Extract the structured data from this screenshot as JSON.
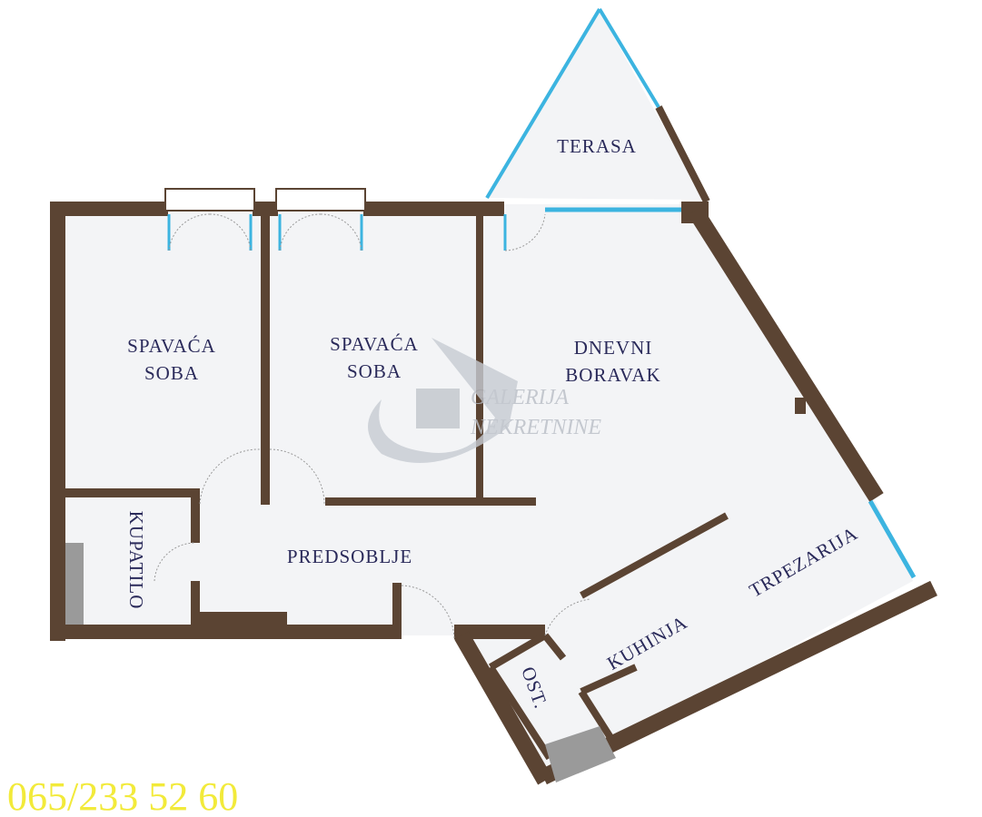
{
  "rooms": {
    "terasa": "TERASA",
    "bedroom1_line1": "SPAVAĆA",
    "bedroom1_line2": "SOBA",
    "bedroom2_line1": "SPAVAĆA",
    "bedroom2_line2": "SOBA",
    "living_line1": "DNEVNI",
    "living_line2": "BORAVAK",
    "bathroom": "KUPATILO",
    "hallway": "PREDSOBLJE",
    "dining": "TRPEZARIJA",
    "kitchen": "KUHINJA",
    "storage": "OST."
  },
  "watermark": {
    "line1": "GALERIJA",
    "line2": "NEKRETNINE"
  },
  "phone": "065/233 52 60",
  "colors": {
    "wall": "#5b4433",
    "window": "#3cb4e0",
    "floor": "#f3f4f6",
    "label": "#2a2a5a",
    "phone": "#f2ea3a",
    "appliance": "#9a9a9a"
  }
}
